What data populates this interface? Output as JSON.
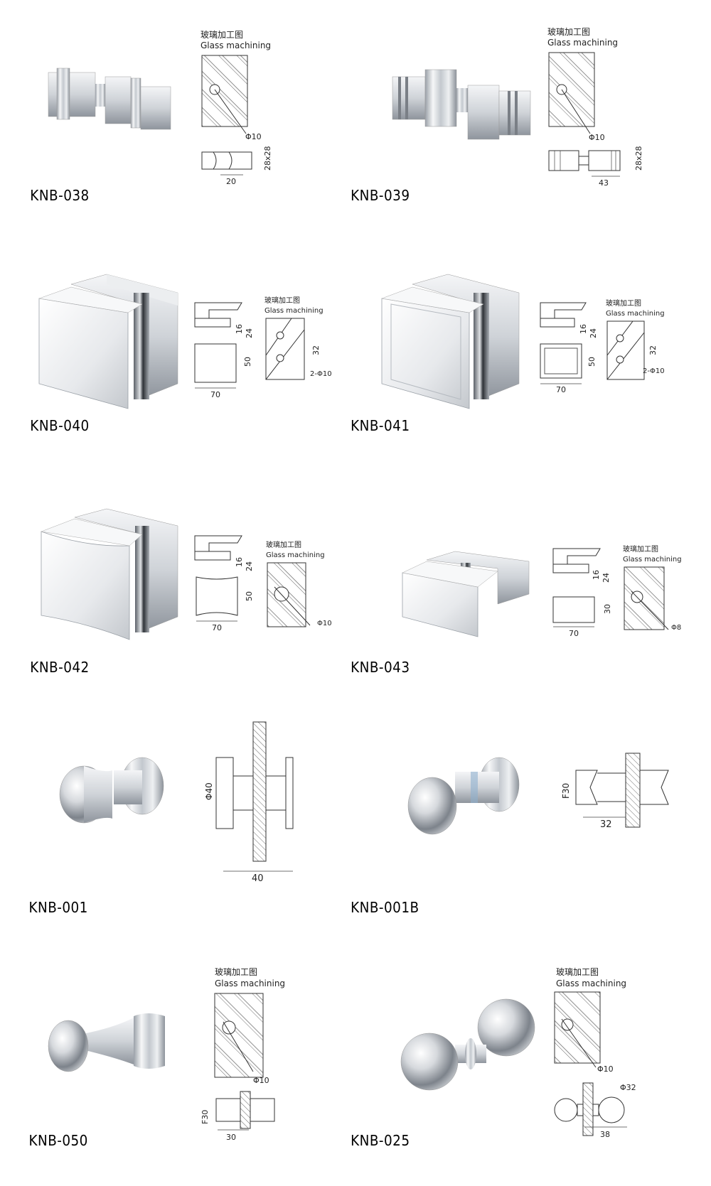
{
  "glass_label_cn": "玻璃加工图",
  "glass_label_en": "Glass machining",
  "products": [
    {
      "code": "KNB-038",
      "dims": {
        "hole": "Φ10",
        "size": "28x28",
        "width": "20"
      }
    },
    {
      "code": "KNB-039",
      "dims": {
        "hole": "Φ10",
        "size": "28x28",
        "width": "43"
      }
    },
    {
      "code": "KNB-040",
      "dims": {
        "d16": "16",
        "d24": "24",
        "h": "50",
        "w": "70",
        "spacing": "32",
        "holes": "2-Φ10"
      }
    },
    {
      "code": "KNB-041",
      "dims": {
        "d16": "16",
        "d24": "24",
        "h": "50",
        "w": "70",
        "spacing": "32",
        "holes": "2-Φ10"
      }
    },
    {
      "code": "KNB-042",
      "dims": {
        "d16": "16",
        "d24": "24",
        "h": "50",
        "w": "70",
        "hole": "Φ10"
      }
    },
    {
      "code": "KNB-043",
      "dims": {
        "d16": "16",
        "d24": "24",
        "h": "30",
        "w": "70",
        "hole": "Φ8"
      }
    },
    {
      "code": "KNB-001",
      "dims": {
        "dia": "Φ40",
        "w": "40"
      }
    },
    {
      "code": "KNB-001B",
      "dims": {
        "dia": "F30",
        "w": "32"
      }
    },
    {
      "code": "KNB-050",
      "dims": {
        "hole": "Φ10",
        "dia": "F30",
        "w": "30"
      }
    },
    {
      "code": "KNB-025",
      "dims": {
        "hole": "Φ10",
        "dia": "Φ32",
        "w": "38"
      }
    }
  ]
}
